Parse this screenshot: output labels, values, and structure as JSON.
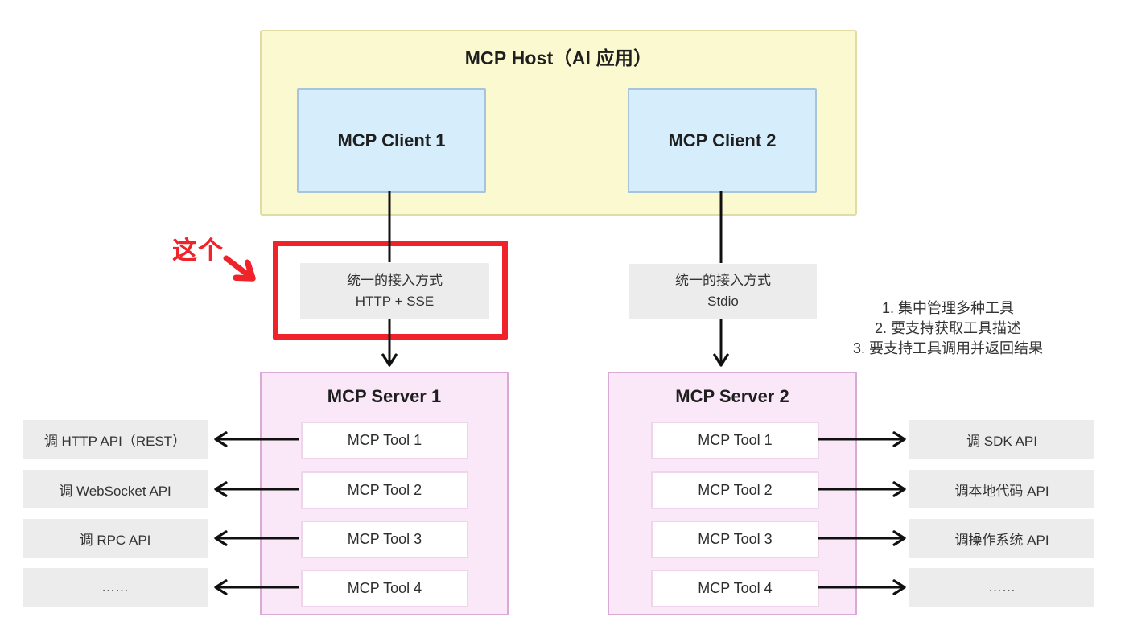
{
  "host": {
    "title": "MCP Host（AI 应用）",
    "clients": [
      {
        "label": "MCP Client 1"
      },
      {
        "label": "MCP Client 2"
      }
    ]
  },
  "transports": [
    {
      "lines": [
        "统一的接入方式",
        "HTTP + SSE"
      ],
      "highlighted": true
    },
    {
      "lines": [
        "统一的接入方式",
        "Stdio"
      ],
      "highlighted": false
    }
  ],
  "annotation": {
    "label": "这个"
  },
  "notes": [
    "1. 集中管理多种工具",
    "2. 要支持获取工具描述",
    "3. 要支持工具调用并返回结果"
  ],
  "servers": [
    {
      "title": "MCP Server 1",
      "tools": [
        "MCP Tool 1",
        "MCP Tool 2",
        "MCP Tool 3",
        "MCP Tool 4"
      ]
    },
    {
      "title": "MCP Server 2",
      "tools": [
        "MCP Tool 1",
        "MCP Tool 2",
        "MCP Tool 3",
        "MCP Tool 4"
      ]
    }
  ],
  "left_apis": [
    "调 HTTP API（REST）",
    "调 WebSocket API",
    "调 RPC API",
    "……"
  ],
  "right_apis": [
    "调 SDK API",
    "调本地代码 API",
    "调操作系统 API",
    "……"
  ],
  "colors": {
    "host_fill": "#fbf9cf",
    "client_fill": "#d6eefb",
    "server_fill": "#fae8f9",
    "box_gray": "#ececec",
    "highlight_red": "#ef2329",
    "arrow_black": "#101010"
  }
}
